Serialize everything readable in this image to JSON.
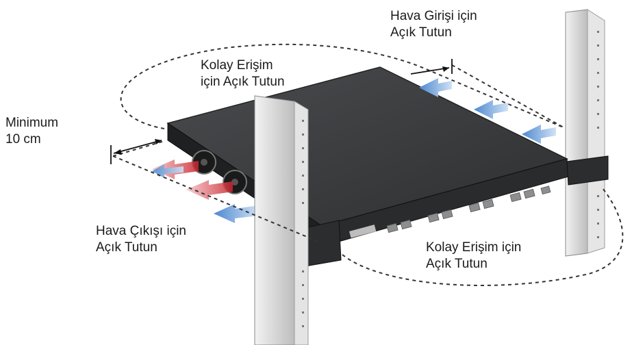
{
  "labels": {
    "minimum": {
      "line1": "Minimum",
      "line2": "10 cm"
    },
    "air_intake": {
      "line1": "Hava Girişi için",
      "line2": "Açık Tutun"
    },
    "easy_access_top": {
      "line1": "Kolay Erişim",
      "line2": "için Açık Tutun"
    },
    "air_exhaust": {
      "line1": "Hava Çıkışı için",
      "line2": "Açık Tutun"
    },
    "easy_access_bottom": {
      "line1": "Kolay Erişim için",
      "line2": "Açık Tutun"
    }
  },
  "colors": {
    "chassis_top": "#3a3b3d",
    "chassis_front": "#2a2b2d",
    "rack_post": "#d9d9d9",
    "intake_arrow": "#6fa4dc",
    "exhaust_arrow_hot": "#e0444a",
    "exhaust_arrow_cool": "#6fa4dc",
    "dashed_line": "#333333"
  },
  "icons": [
    "airflow-arrow-icon",
    "fan-icon",
    "dimension-arrow-icon"
  ]
}
